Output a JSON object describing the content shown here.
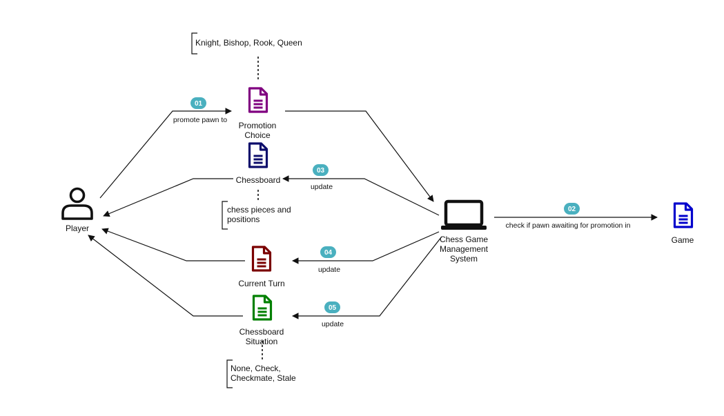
{
  "colors": {
    "badge": "#4ab0bf",
    "promotion_choice": "#800080",
    "chessboard": "#0d0d6b",
    "current_turn": "#7a0000",
    "chessboard_situation": "#008000",
    "game": "#0000cc",
    "line": "#111111"
  },
  "icons": {
    "player": "user-icon",
    "system": "laptop-icon",
    "document": "document-icon"
  },
  "nodes": {
    "player": "Player",
    "system_line1": "Chess Game",
    "system_line2": "Management",
    "system_line3": "System",
    "game": "Game",
    "promotion_choice_line1": "Promotion",
    "promotion_choice_line2": "Choice",
    "chessboard": "Chessboard",
    "current_turn": "Current Turn",
    "chessboard_situation_line1": "Chessboard",
    "chessboard_situation_line2": "Situation"
  },
  "edges": {
    "e01": {
      "badge": "01",
      "label": "promote pawn to"
    },
    "e02": {
      "badge": "02",
      "label": "check if pawn awaiting for promotion in"
    },
    "e03": {
      "badge": "03",
      "label": "update"
    },
    "e04": {
      "badge": "04",
      "label": "update"
    },
    "e05": {
      "badge": "05",
      "label": "update"
    }
  },
  "notes": {
    "promotion_choice": "Knight, Bishop, Rook, Queen",
    "chessboard_line1": "chess pieces and",
    "chessboard_line2": "positions",
    "situation_line1": "None, Check,",
    "situation_line2": "Checkmate, Stale"
  }
}
